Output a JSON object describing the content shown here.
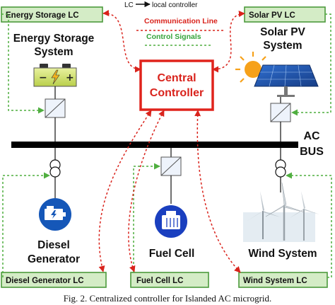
{
  "legend": {
    "lc_abbrev": "LC",
    "lc_meaning": "local controller",
    "communication_line": "Communication Line",
    "control_signals": "Control Signals"
  },
  "central_controller": {
    "line1": "Central",
    "line2": "Controller"
  },
  "bus": {
    "line1": "AC",
    "line2": "BUS"
  },
  "local_controllers": {
    "energy_storage": "Energy Storage  LC",
    "solar_pv": "Solar PV  LC",
    "diesel_generator": "Diesel Generator  LC",
    "fuel_cell": "Fuel Cell  LC",
    "wind_system": "Wind System  LC"
  },
  "systems": {
    "energy_storage": {
      "line1": "Energy Storage",
      "line2": "System"
    },
    "solar_pv": {
      "line1": "Solar PV",
      "line2": "System"
    },
    "diesel": {
      "line1": "Diesel",
      "line2": "Generator"
    },
    "fuel_cell": "Fuel Cell",
    "wind": "Wind System"
  },
  "caption": "Fig. 2. Centralized controller for Islanded AC microgrid.",
  "colors": {
    "communication_line": "#d9231c",
    "control_signals": "#4fae3f",
    "lc_fill": "#d4ecc6",
    "controller_border": "#e0231c",
    "bus": "#000000"
  }
}
